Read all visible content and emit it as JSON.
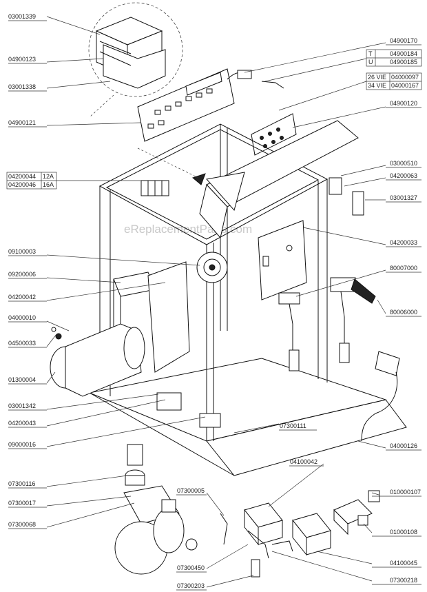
{
  "watermark": "eReplacementParts.com",
  "labels_left": {
    "l1": "03001339",
    "l2": "04900123",
    "l3": "03001338",
    "l4": "04900121",
    "l5a": "04200044",
    "l5a_amp": "12A",
    "l5b": "04200046",
    "l5b_amp": "16A",
    "l6": "09100003",
    "l7": "09200006",
    "l8": "04200042",
    "l9": "04000010",
    "l10": "04500033",
    "l11": "01300004",
    "l12": "03001342",
    "l13": "04200043",
    "l14": "09000016",
    "l15": "07300116",
    "l16": "07300017",
    "l17": "07300068"
  },
  "labels_right": {
    "r1": "04900170",
    "r2a_prefix": "T",
    "r2a": "04900184",
    "r2b_prefix": "U",
    "r2b": "04900185",
    "r3a_prefix": "26 VIE",
    "r3a": "04000097",
    "r3b_prefix": "34 VIE",
    "r3b": "04000167",
    "r4": "04900120",
    "r5": "03000510",
    "r6": "04200063",
    "r7": "03001327",
    "r8": "04200033",
    "r9": "80007000",
    "r10": "80006000",
    "r11": "04000126"
  },
  "labels_bottom": {
    "b1": "07300111",
    "b2": "04100042",
    "b3": "07300005",
    "b4": "010000107",
    "b5": "01000108",
    "b6": "04100045",
    "b7": "07300450",
    "b8": "07300218",
    "b9": "07300203"
  }
}
